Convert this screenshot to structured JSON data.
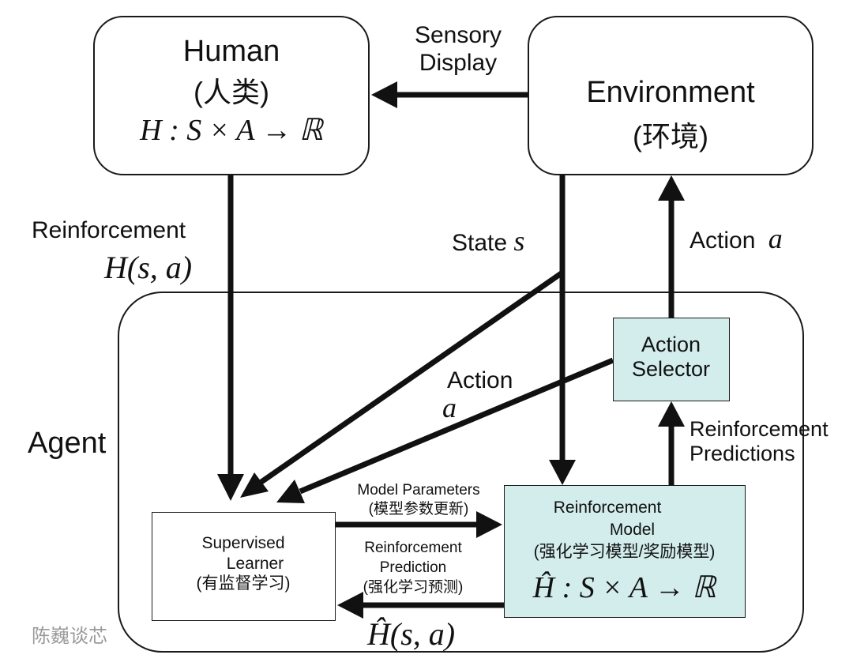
{
  "human": {
    "title": "Human",
    "subtitle": "(人类)",
    "formula": "H : S × A → ℝ"
  },
  "environment": {
    "title": "Environment",
    "subtitle": "(环境)"
  },
  "sensory_display": [
    "Sensory",
    "Display"
  ],
  "reinforcement_left": {
    "label": "Reinforcement",
    "formula": "H(s, a)"
  },
  "state": {
    "label": "State",
    "symbol": "s"
  },
  "action_top": {
    "label": "Action",
    "symbol": "a"
  },
  "action_mid": {
    "label": "Action",
    "symbol": "a"
  },
  "agent": {
    "label": "Agent"
  },
  "action_selector": [
    "Action",
    "Selector"
  ],
  "reinforcement_predictions": [
    "Reinforcement",
    "Predictions"
  ],
  "model_parameters": {
    "label": "Model Parameters",
    "sublabel": "(模型参数更新)"
  },
  "reinforcement_prediction": {
    "label1": "Reinforcement",
    "label2": "Prediction",
    "sublabel": "(强化学习预测)"
  },
  "supervised_learner": [
    "Supervised",
    "Learner",
    "(有监督学习)"
  ],
  "reinforcement_model": {
    "line1": "Reinforcement",
    "line2": "Model",
    "line3": "(强化学习模型/奖励模型)",
    "formula": "Ĥ : S × A → ℝ"
  },
  "h_hat": "Ĥ(s, a)",
  "watermark": "陈巍谈芯",
  "colors": {
    "line": "#111111",
    "teal": "#d3ecec",
    "watermark": "#9a9a9a"
  }
}
